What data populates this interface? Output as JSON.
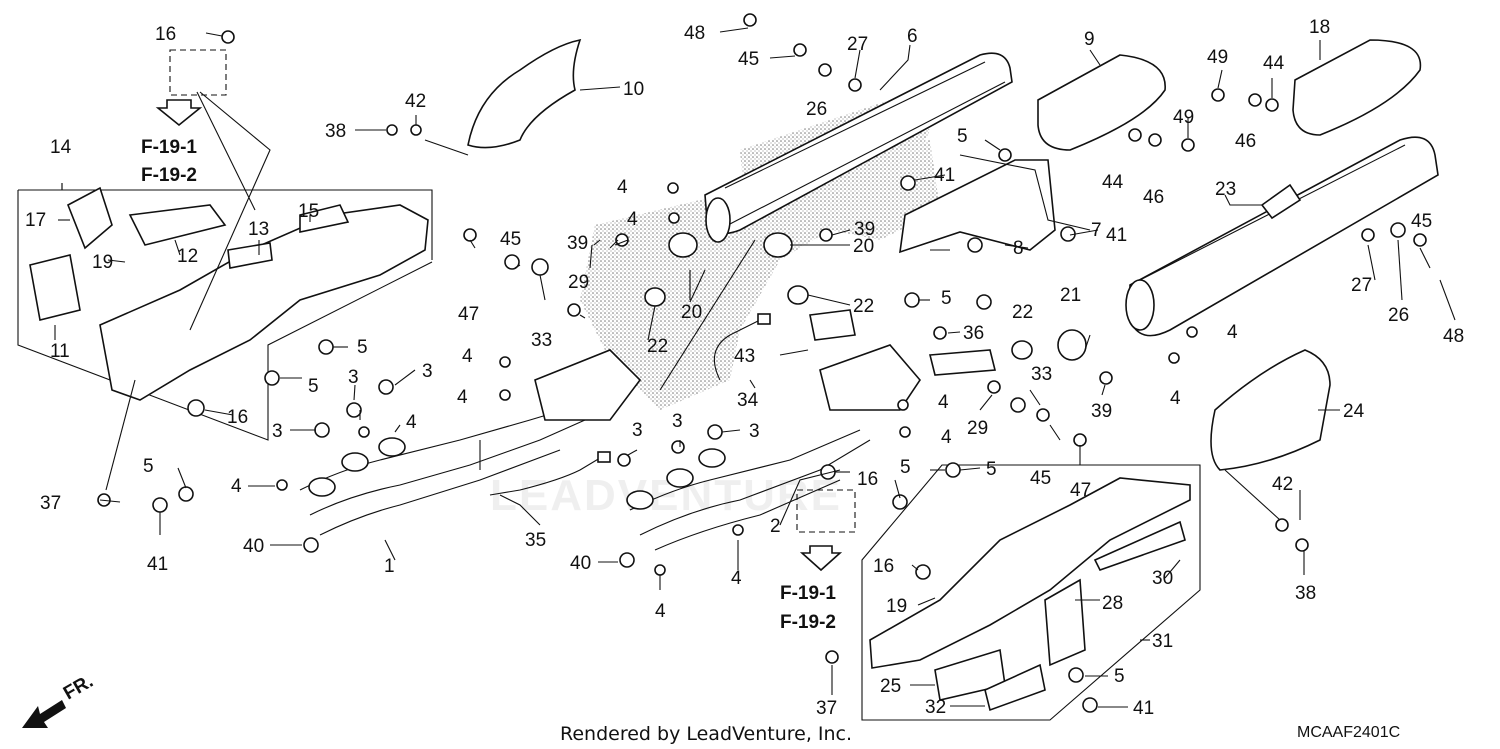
{
  "diagram": {
    "code": "MCAAF2401C",
    "footer": "Rendered by LeadVenture, Inc.",
    "watermark": "LEADVENTURE",
    "direction": "FR.",
    "refs": {
      "top": [
        "F-19-1",
        "F-19-2"
      ],
      "bottom": [
        "F-19-1",
        "F-19-2"
      ]
    },
    "parts": [
      {
        "id": "p1",
        "n": "1"
      },
      {
        "id": "p2",
        "n": "2"
      },
      {
        "id": "p3a",
        "n": "3"
      },
      {
        "id": "p3b",
        "n": "3"
      },
      {
        "id": "p3c",
        "n": "3"
      },
      {
        "id": "p3d",
        "n": "3"
      },
      {
        "id": "p3e",
        "n": "3"
      },
      {
        "id": "p3f",
        "n": "3"
      },
      {
        "id": "p4a",
        "n": "4"
      },
      {
        "id": "p4b",
        "n": "4"
      },
      {
        "id": "p4c",
        "n": "4"
      },
      {
        "id": "p4d",
        "n": "4"
      },
      {
        "id": "p4e",
        "n": "4"
      },
      {
        "id": "p4f",
        "n": "4"
      },
      {
        "id": "p4g",
        "n": "4"
      },
      {
        "id": "p4h",
        "n": "4"
      },
      {
        "id": "p4i",
        "n": "4"
      },
      {
        "id": "p4j",
        "n": "4"
      },
      {
        "id": "p4k",
        "n": "4"
      },
      {
        "id": "p4l",
        "n": "4"
      },
      {
        "id": "p5a",
        "n": "5"
      },
      {
        "id": "p5b",
        "n": "5"
      },
      {
        "id": "p5c",
        "n": "5"
      },
      {
        "id": "p5d",
        "n": "5"
      },
      {
        "id": "p5e",
        "n": "5"
      },
      {
        "id": "p5f",
        "n": "5"
      },
      {
        "id": "p5g",
        "n": "5"
      },
      {
        "id": "p5h",
        "n": "5"
      },
      {
        "id": "p6",
        "n": "6"
      },
      {
        "id": "p7",
        "n": "7"
      },
      {
        "id": "p8",
        "n": "8"
      },
      {
        "id": "p9",
        "n": "9"
      },
      {
        "id": "p10",
        "n": "10"
      },
      {
        "id": "p11",
        "n": "11"
      },
      {
        "id": "p12",
        "n": "12"
      },
      {
        "id": "p13",
        "n": "13"
      },
      {
        "id": "p14",
        "n": "14"
      },
      {
        "id": "p15",
        "n": "15"
      },
      {
        "id": "p16a",
        "n": "16"
      },
      {
        "id": "p16b",
        "n": "16"
      },
      {
        "id": "p16c",
        "n": "16"
      },
      {
        "id": "p16d",
        "n": "16"
      },
      {
        "id": "p17",
        "n": "17"
      },
      {
        "id": "p18",
        "n": "18"
      },
      {
        "id": "p19a",
        "n": "19"
      },
      {
        "id": "p19b",
        "n": "19"
      },
      {
        "id": "p20a",
        "n": "20"
      },
      {
        "id": "p20b",
        "n": "20"
      },
      {
        "id": "p21",
        "n": "21"
      },
      {
        "id": "p22a",
        "n": "22"
      },
      {
        "id": "p22b",
        "n": "22"
      },
      {
        "id": "p22c",
        "n": "22"
      },
      {
        "id": "p23",
        "n": "23"
      },
      {
        "id": "p24",
        "n": "24"
      },
      {
        "id": "p25",
        "n": "25"
      },
      {
        "id": "p26a",
        "n": "26"
      },
      {
        "id": "p26b",
        "n": "26"
      },
      {
        "id": "p27a",
        "n": "27"
      },
      {
        "id": "p27b",
        "n": "27"
      },
      {
        "id": "p28",
        "n": "28"
      },
      {
        "id": "p29a",
        "n": "29"
      },
      {
        "id": "p29b",
        "n": "29"
      },
      {
        "id": "p30",
        "n": "30"
      },
      {
        "id": "p31",
        "n": "31"
      },
      {
        "id": "p32",
        "n": "32"
      },
      {
        "id": "p33a",
        "n": "33"
      },
      {
        "id": "p33b",
        "n": "33"
      },
      {
        "id": "p34",
        "n": "34"
      },
      {
        "id": "p35",
        "n": "35"
      },
      {
        "id": "p36",
        "n": "36"
      },
      {
        "id": "p37a",
        "n": "37"
      },
      {
        "id": "p37b",
        "n": "37"
      },
      {
        "id": "p38a",
        "n": "38"
      },
      {
        "id": "p38b",
        "n": "38"
      },
      {
        "id": "p39a",
        "n": "39"
      },
      {
        "id": "p39b",
        "n": "39"
      },
      {
        "id": "p39c",
        "n": "39"
      },
      {
        "id": "p40a",
        "n": "40"
      },
      {
        "id": "p40b",
        "n": "40"
      },
      {
        "id": "p41a",
        "n": "41"
      },
      {
        "id": "p41b",
        "n": "41"
      },
      {
        "id": "p41c",
        "n": "41"
      },
      {
        "id": "p41d",
        "n": "41"
      },
      {
        "id": "p42a",
        "n": "42"
      },
      {
        "id": "p42b",
        "n": "42"
      },
      {
        "id": "p43",
        "n": "43"
      },
      {
        "id": "p44a",
        "n": "44"
      },
      {
        "id": "p44b",
        "n": "44"
      },
      {
        "id": "p45a",
        "n": "45"
      },
      {
        "id": "p45b",
        "n": "45"
      },
      {
        "id": "p45c",
        "n": "45"
      },
      {
        "id": "p45d",
        "n": "45"
      },
      {
        "id": "p46a",
        "n": "46"
      },
      {
        "id": "p46b",
        "n": "46"
      },
      {
        "id": "p47a",
        "n": "47"
      },
      {
        "id": "p47b",
        "n": "47"
      },
      {
        "id": "p48a",
        "n": "48"
      },
      {
        "id": "p48b",
        "n": "48"
      },
      {
        "id": "p49a",
        "n": "49"
      },
      {
        "id": "p49b",
        "n": "49"
      }
    ]
  }
}
